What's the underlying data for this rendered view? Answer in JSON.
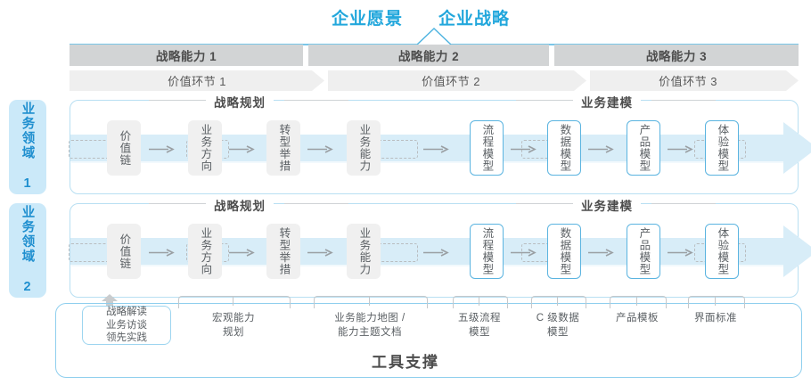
{
  "titles": {
    "vision": "企业愿景",
    "strategy": "企业战略"
  },
  "capabilities": [
    {
      "label": "战略能力 1"
    },
    {
      "label": "战略能力 2"
    },
    {
      "label": "战略能力 3"
    }
  ],
  "value_links": [
    {
      "label": "价值环节 1"
    },
    {
      "label": "价值环节 2"
    },
    {
      "label": "价值环节 3"
    }
  ],
  "domains": [
    {
      "label": "业务领域 1"
    },
    {
      "label": "业务领域 2"
    }
  ],
  "sections": {
    "planning": "战略规划",
    "modeling": "业务建模"
  },
  "nodes": [
    {
      "label": "价值链",
      "style": "grey"
    },
    {
      "label": "业务方向",
      "style": "grey"
    },
    {
      "label": "转型举措",
      "style": "grey"
    },
    {
      "label": "业务能力",
      "style": "grey"
    },
    {
      "label": "流程模型",
      "style": "blue"
    },
    {
      "label": "数据模型",
      "style": "blue"
    },
    {
      "label": "产品模型",
      "style": "blue"
    },
    {
      "label": "体验模型",
      "style": "blue"
    }
  ],
  "bottom_captions": [
    {
      "lines": [
        "战略解读",
        "业务访谈",
        "领先实践"
      ],
      "boxed": true
    },
    {
      "lines": [
        "宏观能力",
        "规划"
      ],
      "boxed": false
    },
    {
      "lines": [
        "业务能力地图 /",
        "能力主题文档"
      ],
      "boxed": false
    },
    {
      "lines": [
        "五级流程",
        "模型"
      ],
      "boxed": false
    },
    {
      "lines": [
        "C 级数据",
        "模型"
      ],
      "boxed": false
    },
    {
      "lines": [
        "产品模板"
      ],
      "boxed": false
    },
    {
      "lines": [
        "界面标准"
      ],
      "boxed": false
    }
  ],
  "tool_support": {
    "label": "工具支撑"
  },
  "colors": {
    "accent_blue": "#22a7dc",
    "panel_border": "#b8dff2",
    "domain_bg": "#cbe9f9",
    "capability_bar": "#d2d4d5",
    "value_bar": "#efefef",
    "node_blue_border": "#5bb4e0",
    "node_grey_bg": "#f0f0f0",
    "big_arrow": "#d8edf8"
  }
}
